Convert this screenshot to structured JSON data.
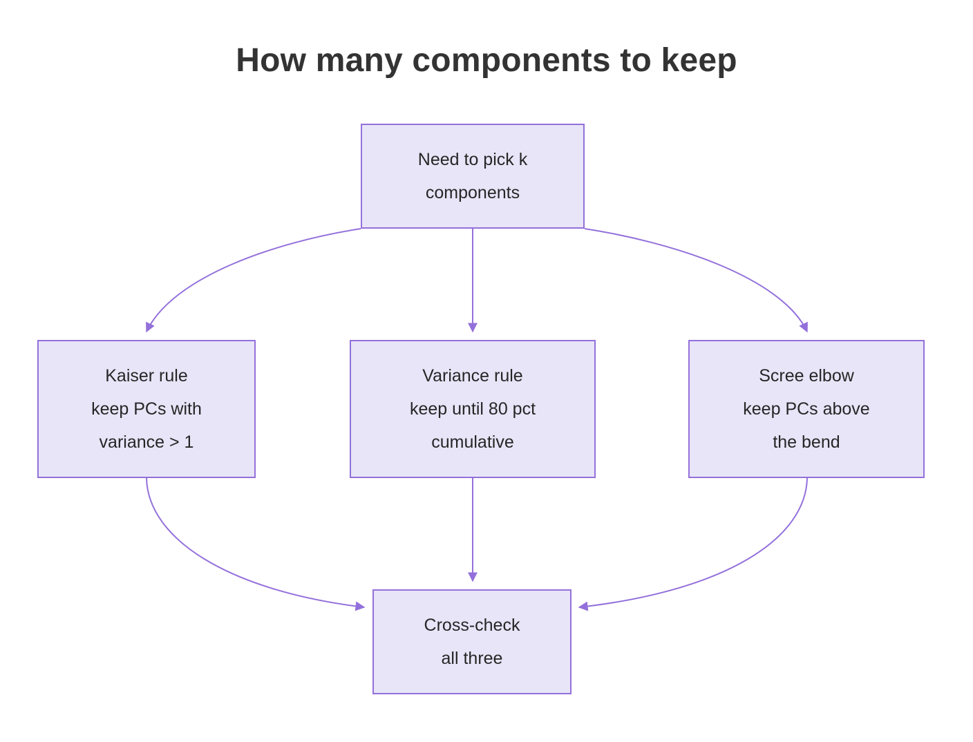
{
  "title": "How many components to keep",
  "theme": {
    "node_fill": "#e8e5f8",
    "node_border": "#9370db",
    "edge_stroke": "#9370db",
    "text_color": "#262626",
    "title_color": "#333333",
    "background": "#ffffff"
  },
  "chart_data": {
    "type": "diagram",
    "title": "How many components to keep",
    "direction": "top-down",
    "nodes": [
      {
        "id": "root",
        "lines": [
          "Need to pick k",
          "components"
        ]
      },
      {
        "id": "kaiser",
        "lines": [
          "Kaiser rule",
          "keep PCs with",
          "variance > 1"
        ]
      },
      {
        "id": "var",
        "lines": [
          "Variance rule",
          "keep until 80 pct",
          "cumulative"
        ]
      },
      {
        "id": "scree",
        "lines": [
          "Scree elbow",
          "keep PCs above",
          "the bend"
        ]
      },
      {
        "id": "cross",
        "lines": [
          "Cross-check",
          "all three"
        ]
      }
    ],
    "edges": [
      {
        "from": "root",
        "to": "kaiser",
        "label": ""
      },
      {
        "from": "root",
        "to": "var",
        "label": ""
      },
      {
        "from": "root",
        "to": "scree",
        "label": ""
      },
      {
        "from": "kaiser",
        "to": "cross",
        "label": ""
      },
      {
        "from": "var",
        "to": "cross",
        "label": ""
      },
      {
        "from": "scree",
        "to": "cross",
        "label": ""
      }
    ]
  },
  "nodes": {
    "root": {
      "line1": "Need to pick k",
      "line2": "components"
    },
    "kaiser": {
      "line1": "Kaiser rule",
      "line2": "keep PCs with",
      "line3": "variance > 1"
    },
    "variance": {
      "line1": "Variance rule",
      "line2": "keep until 80 pct",
      "line3": "cumulative"
    },
    "scree": {
      "line1": "Scree elbow",
      "line2": "keep PCs above",
      "line3": "the bend"
    },
    "cross": {
      "line1": "Cross-check",
      "line2": "all three"
    }
  }
}
